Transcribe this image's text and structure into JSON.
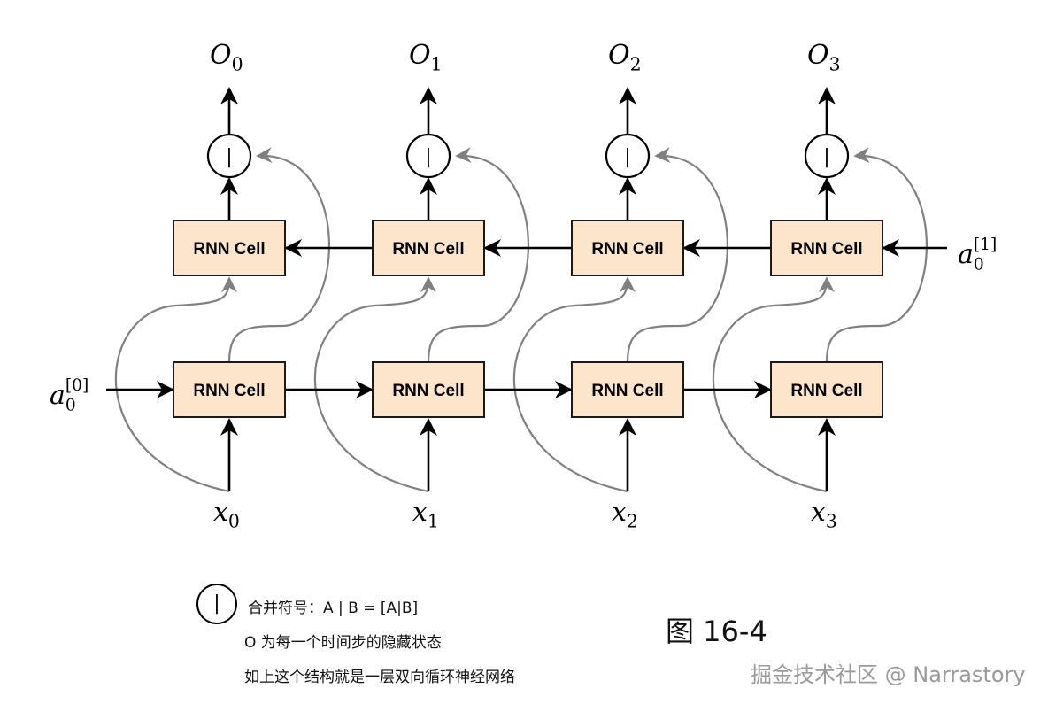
{
  "cell_label": "RNN Cell",
  "merge_symbol": "|",
  "outputs": [
    {
      "base": "O",
      "sub": "0"
    },
    {
      "base": "O",
      "sub": "1"
    },
    {
      "base": "O",
      "sub": "2"
    },
    {
      "base": "O",
      "sub": "3"
    }
  ],
  "inputs": [
    {
      "base": "x",
      "sub": "0"
    },
    {
      "base": "x",
      "sub": "1"
    },
    {
      "base": "x",
      "sub": "2"
    },
    {
      "base": "x",
      "sub": "3"
    }
  ],
  "forward_init": {
    "base": "a",
    "sub": "0",
    "sup": "[0]"
  },
  "backward_init": {
    "base": "a",
    "sub": "0",
    "sup": "[1]"
  },
  "legend": {
    "circle_symbol": "|",
    "line1": "合并符号：A | B = [A|B]",
    "line2": "O 为每一个时间步的隐藏状态",
    "line3": "如上这个结构就是一层双向循环神经网络"
  },
  "figure_label": "图 16-4",
  "watermark": "掘金技术社区 @ Narrastory",
  "colors": {
    "cell_fill": "#fde5cc",
    "arrow_black": "#000000",
    "arrow_gray": "#808080"
  }
}
